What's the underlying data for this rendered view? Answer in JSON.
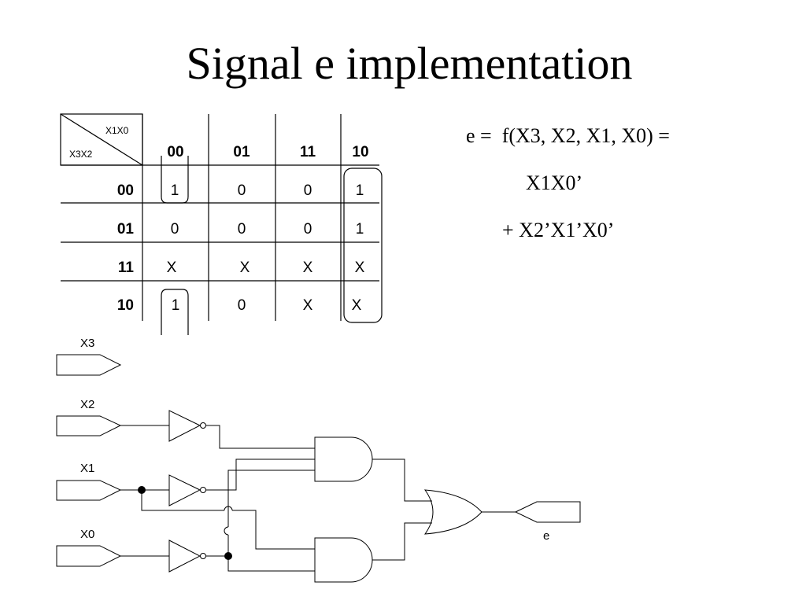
{
  "title": "Signal e implementation",
  "equation": {
    "line1": "e =  f(X3, X2, X1, X0) =",
    "line2": "X1X0’",
    "line3": "+ X2’X1’X0’"
  },
  "kmap": {
    "corner_top": "X1X0",
    "corner_bottom": "X3X2",
    "col_headers": [
      "00",
      "01",
      "11",
      "10"
    ],
    "row_headers": [
      "00",
      "01",
      "11",
      "10"
    ],
    "cells": [
      [
        "1",
        "0",
        "0",
        "1"
      ],
      [
        "0",
        "0",
        "0",
        "1"
      ],
      [
        "X",
        "X",
        "X",
        "X"
      ],
      [
        "1",
        "0",
        "X",
        "X"
      ]
    ]
  },
  "circuit": {
    "inputs": [
      "X3",
      "X2",
      "X1",
      "X0"
    ],
    "output": "e"
  }
}
